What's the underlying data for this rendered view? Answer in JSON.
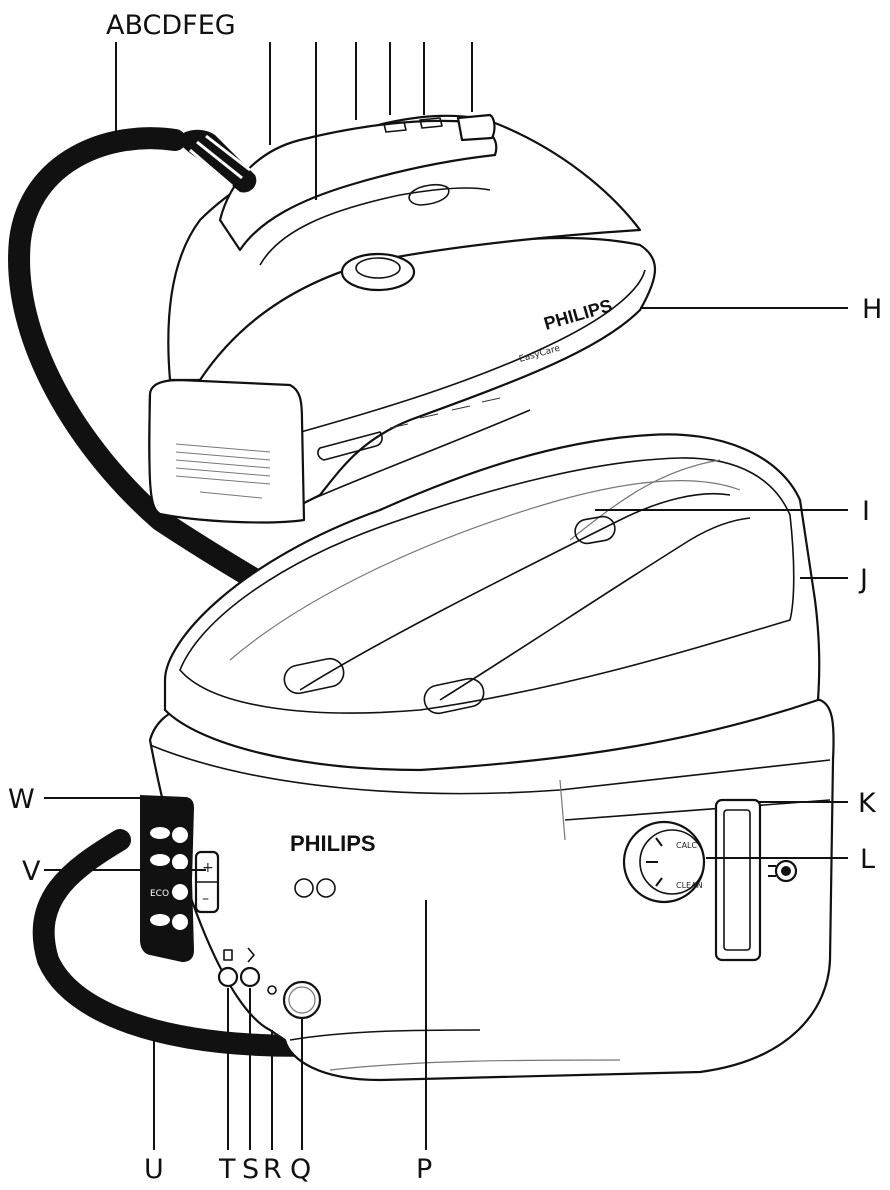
{
  "labels": {
    "top": "ABCDFEG",
    "H": "H",
    "I": "I",
    "J": "J",
    "K": "K",
    "L": "L",
    "W": "W",
    "V": "V",
    "U": "U",
    "T": "T",
    "S": "S",
    "R": "R",
    "Q": "Q",
    "P": "P"
  },
  "iron": {
    "brand": "PHILIPS",
    "model": "EasyCare"
  },
  "base": {
    "brand": "PHILIPS",
    "panel_plus": "+",
    "panel_minus": "–",
    "panel_eco": "ECO",
    "dial_top": "CALC",
    "dial_bottom": "CLEAN"
  },
  "icons": [
    "steam-cloud-icon",
    "eco-icon",
    "temperature-icon",
    "water-tank-icon",
    "power-plug-icon"
  ]
}
